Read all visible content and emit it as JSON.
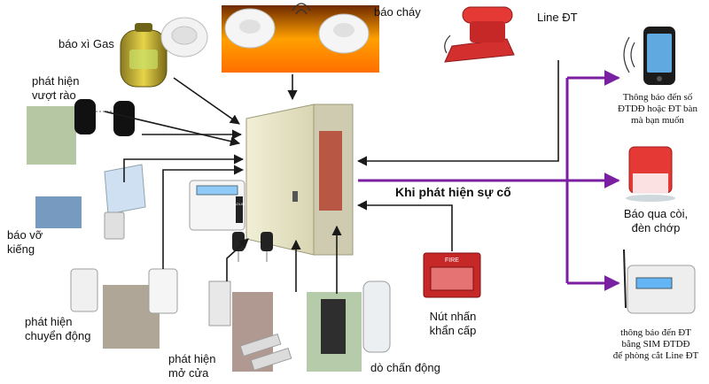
{
  "labels": {
    "gas": "báo xì Gas",
    "fire": "báo cháy",
    "phone_line": "Line ĐT",
    "fence_1": "phát hiện",
    "fence_2": "vượt rào",
    "glass_1": "báo vỡ",
    "glass_2": "kiếng",
    "motion_1": "phát hiện",
    "motion_2": "chuyển động",
    "door_1": "phát hiện",
    "door_2": "mở cửa",
    "vibration": "dò chấn động",
    "panic_1": "Nút nhấn",
    "panic_2": "khẩn cấp",
    "headline": "Khi phát hiện sự cố",
    "mobile_1": "Thông báo đến số",
    "mobile_2": "ĐTDĐ hoặc ĐT bàn",
    "mobile_3": "mà bạn muốn",
    "siren_1": "Báo qua còi,",
    "siren_2": "đèn chớp",
    "sim_1": "thông báo đến ĐT",
    "sim_2": "bằng SIM ĐTDĐ",
    "sim_3": "để phòng cắt Line ĐT",
    "fire_button_text": "FIRE",
    "panel_brand": "AOLIN"
  },
  "colors": {
    "arrow_input": "#1a1a1a",
    "arrow_output": "#7b1fa2",
    "panel_body": "#e9e6c8",
    "phone_red": "#d32f2f",
    "siren_red": "#e53935",
    "fire_box_red": "#c62828"
  },
  "icons": {
    "gas": "gas-cylinder-icon",
    "smoke": "smoke-detector-icon",
    "phone": "desk-phone-icon",
    "mobile": "mobile-phone-icon",
    "siren": "siren-icon",
    "gsm": "gsm-dialer-icon",
    "beam": "beam-sensor-icon",
    "glass": "glass-break-sensor-icon",
    "pir": "pir-motion-sensor-icon",
    "door": "magnetic-door-contact-icon",
    "vibration": "vibration-sensor-icon",
    "panic": "fire-call-point-icon",
    "panel": "alarm-control-panel-icon",
    "keypad": "keypad-icon",
    "remote": "remote-fob-icon"
  }
}
